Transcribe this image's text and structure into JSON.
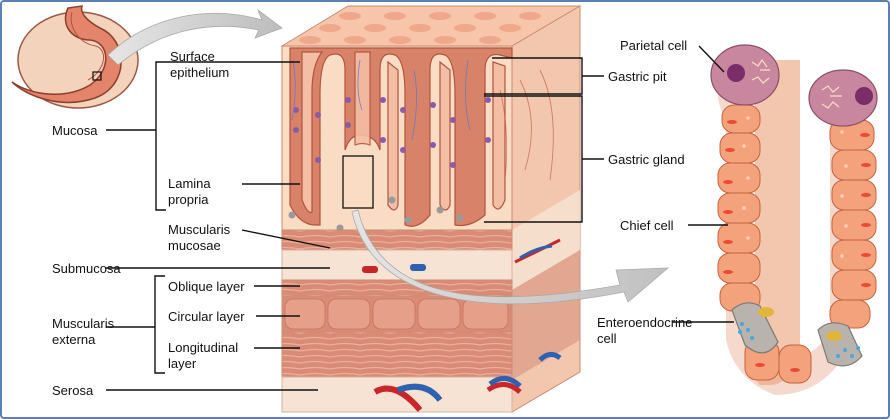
{
  "labels": {
    "surface_epithelium": [
      "Surface",
      "epithelium"
    ],
    "mucosa": "Mucosa",
    "lamina_propria": [
      "Lamina",
      "propria"
    ],
    "muscularis_mucosae": [
      "Muscularis",
      "mucosae"
    ],
    "submucosa": "Submucosa",
    "oblique_layer": "Oblique layer",
    "circular_layer": "Circular layer",
    "muscularis_externa": [
      "Muscularis",
      "externa"
    ],
    "longitudinal_layer": [
      "Longitudinal",
      "layer"
    ],
    "serosa": "Serosa",
    "gastric_pit": "Gastric pit",
    "gastric_gland": "Gastric gland",
    "parietal_cell": "Parietal cell",
    "chief_cell": "Chief cell",
    "enteroendocrine_cell": [
      "Enteroendocrine",
      "cell"
    ]
  },
  "colors": {
    "frame": "#5a7fb5",
    "mucosa_bg": "#f9dcc3",
    "gland_wall": "#d9826a",
    "gland_lumen": "#f4bea4",
    "muscle": "#d98b75",
    "submucosa": "#f6e3d4",
    "cell": "#f4a27c",
    "parietal": "#c9879f",
    "enteroendocrine": "#b8b3ad",
    "artery": "#c8262b",
    "vein": "#2e62b0",
    "arrow": "#c8c8c8"
  }
}
